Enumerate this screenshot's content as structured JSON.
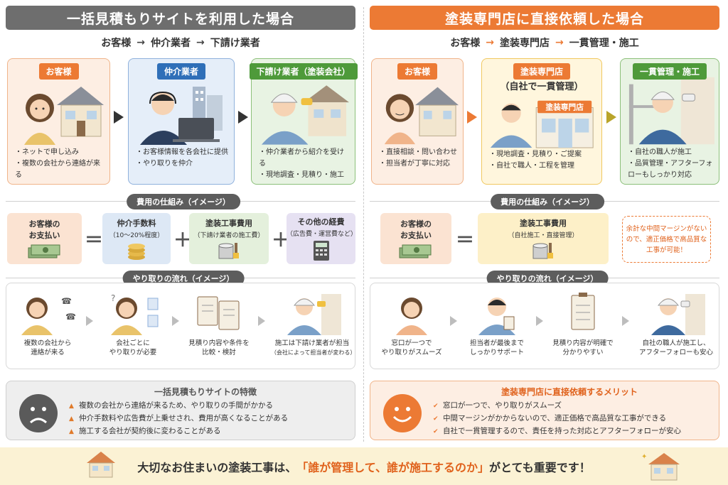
{
  "left": {
    "banner": "一括見積もりサイトを利用した場合",
    "flow": [
      "お客様",
      "仲介業者",
      "下請け業者"
    ],
    "arrow": "→",
    "cards": [
      {
        "label": "お客様",
        "items": [
          "ネットで申し込み",
          "複数の会社から連絡が来る"
        ]
      },
      {
        "label": "仲介業者",
        "items": [
          "お客様情報を各会社に提供",
          "やり取りを仲介"
        ]
      },
      {
        "label": "下請け業者（塗装会社）",
        "items": [
          "仲介業者から紹介を受ける",
          "現地調査・見積り・施工"
        ]
      }
    ],
    "fee_title": "費用の仕組み（イメージ）",
    "fees": [
      {
        "line1": "お客様の",
        "line2": "お支払い"
      },
      {
        "line1": "仲介手数料",
        "line2": "（10〜20%程度）"
      },
      {
        "line1": "塗装工事費用",
        "line2": "（下請け業者の施工費）"
      },
      {
        "line1": "その他の経費",
        "line2": "（広告費・運営費など）"
      }
    ],
    "ops": [
      "＝",
      "＋",
      "＋"
    ],
    "flow_title": "やり取りの流れ（イメージ）",
    "steps": [
      {
        "line1": "複数の会社から",
        "line2": "連絡が来る"
      },
      {
        "line1": "会社ごとに",
        "line2": "やり取りが必要"
      },
      {
        "line1": "見積り内容や条件を",
        "line2": "比較・検討"
      },
      {
        "line1": "施工は下請け業者が担当",
        "line2": "（会社によって担当者が変わる）"
      }
    ],
    "feature_title": "一括見積もりサイトの特徴",
    "feature_mark": "▲",
    "features": [
      "複数の会社から連絡が来るため、やり取りの手間がかかる",
      "仲介手数料や広告費が上乗せされ、費用が高くなることがある",
      "施工する会社が契約後に変わることがある"
    ]
  },
  "right": {
    "banner": "塗装専門店に直接依頼した場合",
    "flow": [
      "お客様",
      "塗装専門店",
      "一貫管理・施工"
    ],
    "arrow": "→",
    "cards": [
      {
        "label": "お客様",
        "items": [
          "直接相談・問い合わせ",
          "担当者が丁寧に対応"
        ]
      },
      {
        "label": "塗装専門店",
        "sublabel": "（自社で一貫管理）",
        "sign": "塗装専門店",
        "items": [
          "現地調査・見積り・ご提案",
          "自社で職人・工程を管理"
        ]
      },
      {
        "label": "一貫管理・施工",
        "items": [
          "自社の職人が施工",
          "品質管理・アフターフォローもしっかり対応"
        ]
      }
    ],
    "fee_title": "費用の仕組み（イメージ）",
    "fees": [
      {
        "line1": "お客様の",
        "line2": "お支払い"
      },
      {
        "line1": "塗装工事費用",
        "line2": "（自社施工・直接管理）"
      }
    ],
    "ops": [
      "＝"
    ],
    "note": "余計な中間マージンがないので、適正価格で高品質な工事が可能！",
    "flow_title": "やり取りの流れ（イメージ）",
    "steps": [
      {
        "line1": "窓口が一つで",
        "line2": "やり取りがスムーズ"
      },
      {
        "line1": "担当者が最後まで",
        "line2": "しっかりサポート"
      },
      {
        "line1": "見積り内容が明確で",
        "line2": "分かりやすい"
      },
      {
        "line1": "自社の職人が施工し、",
        "line2": "アフターフォローも安心"
      }
    ],
    "feature_title": "塗装専門店に直接依頼するメリット",
    "feature_mark": "✔",
    "features": [
      "窓口が一つで、やり取りがスムーズ",
      "中間マージンがかからないので、適正価格で高品質な工事ができる",
      "自社で一貫管理するので、責任を持った対応とアフターフォローが安心"
    ]
  },
  "bottom": {
    "pre": "大切なお住まいの塗装工事は、",
    "highlight": "「誰が管理して、誰が施工するのか」",
    "post": "がとても重要です！"
  },
  "colors": {
    "orange": "#ec7a34",
    "blue": "#2f6fb8",
    "green": "#4e9a3a",
    "gray": "#6e6e6e"
  }
}
